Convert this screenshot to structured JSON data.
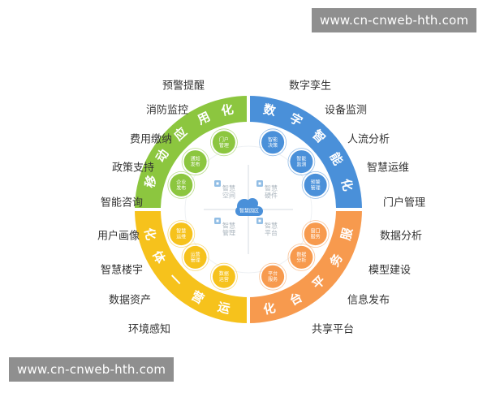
{
  "watermark": "www.cn-cnweb-hth.com",
  "colors": {
    "green": "#8cc63f",
    "blue": "#4a90d9",
    "yellow": "#f6c21c",
    "orange": "#f79a4e",
    "divider": "#ffffff"
  },
  "center": {
    "label": "智慧园区"
  },
  "segments": [
    {
      "key": "green",
      "color": "green",
      "title": "移动应用化"
    },
    {
      "key": "blue",
      "color": "blue",
      "title": "数字智能化"
    },
    {
      "key": "orange",
      "color": "orange",
      "title": "服务平台化"
    },
    {
      "key": "yellow",
      "color": "yellow",
      "title": "运营一体化"
    }
  ],
  "left_labels": [
    "预警提醒",
    "消防监控",
    "费用缴纳",
    "政策支持",
    "智能咨询",
    "用户画像",
    "智慧楼宇",
    "数据资产",
    "环境感知"
  ],
  "right_labels": [
    "数字孪生",
    "设备监测",
    "人流分析",
    "智慧运维",
    "门户管理",
    "数据分析",
    "模型建设",
    "信息发布",
    "共享平台"
  ],
  "inner_nodes": [
    {
      "text": "企业\n发布",
      "color": "green"
    },
    {
      "text": "通知\n发布",
      "color": "green"
    },
    {
      "text": "门户\n管理",
      "color": "green"
    },
    {
      "text": "智能\n决策",
      "color": "blue"
    },
    {
      "text": "智能\n监测",
      "color": "blue"
    },
    {
      "text": "预警\n管理",
      "color": "blue"
    },
    {
      "text": "窗口\n服务",
      "color": "orange"
    },
    {
      "text": "数据\n分析",
      "color": "orange"
    },
    {
      "text": "平台\n服务",
      "color": "orange"
    },
    {
      "text": "数据\n运营",
      "color": "yellow"
    },
    {
      "text": "运营\n管理",
      "color": "yellow"
    },
    {
      "text": "智慧\n运维",
      "color": "yellow"
    }
  ],
  "quadrants": [
    {
      "text": "智慧\n空间",
      "icon": "building-icon"
    },
    {
      "text": "智慧\n硬件",
      "icon": "hardware-icon"
    },
    {
      "text": "智慧\n管理",
      "icon": "management-icon"
    },
    {
      "text": "智慧\n平台",
      "icon": "platform-icon"
    }
  ]
}
